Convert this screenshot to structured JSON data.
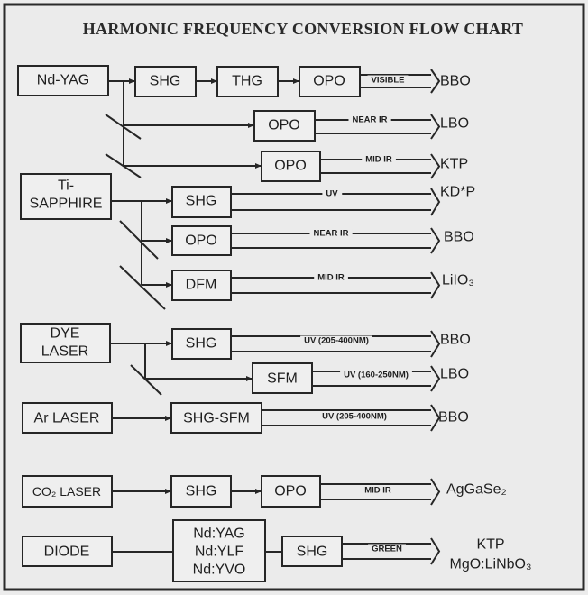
{
  "title": "HARMONIC FREQUENCY CONVERSION FLOW CHART",
  "colors": {
    "background": "#ebebeb",
    "ink": "#262626"
  },
  "sources": {
    "nd_yag": "Nd-YAG",
    "ti_sapphire": [
      "Ti-",
      "SAPPHIRE"
    ],
    "dye_laser": [
      "DYE",
      "LASER"
    ],
    "ar_laser": "Ar LASER",
    "co2_laser": "CO₂ LASER",
    "diode": "DIODE"
  },
  "processes": {
    "ndyag_shg": "SHG",
    "ndyag_thg": "THG",
    "ndyag_opo1": "OPO",
    "ndyag_opo2": "OPO",
    "ndyag_opo3": "OPO",
    "ti_shg": "SHG",
    "ti_opo": "OPO",
    "ti_dfm": "DFM",
    "dye_shg": "SHG",
    "dye_sfm": "SFM",
    "ar_shgsfm": "SHG-SFM",
    "co2_shg": "SHG",
    "co2_opo": "OPO",
    "diode_gain": [
      "Nd:YAG",
      "Nd:YLF",
      "Nd:YVO"
    ],
    "diode_shg": "SHG"
  },
  "outputs": [
    {
      "band": "VISIBLE",
      "crystal": "BBO"
    },
    {
      "band": "NEAR IR",
      "crystal": "LBO"
    },
    {
      "band": "MID IR",
      "crystal": "KTP"
    },
    {
      "band": "UV",
      "crystal": "KD*P"
    },
    {
      "band": "NEAR IR",
      "crystal": "BBO"
    },
    {
      "band": "MID IR",
      "crystal": "LiIO₃"
    },
    {
      "band": "UV (205-400NM)",
      "crystal": "BBO"
    },
    {
      "band": "UV (160-250NM)",
      "crystal": "LBO"
    },
    {
      "band": "UV (205-400NM)",
      "crystal": "BBO"
    },
    {
      "band": "MID IR",
      "crystal": "AgGaSe₂"
    },
    {
      "band": "GREEN",
      "crystal": [
        "KTP",
        "MgO:LiNbO₃"
      ]
    }
  ]
}
